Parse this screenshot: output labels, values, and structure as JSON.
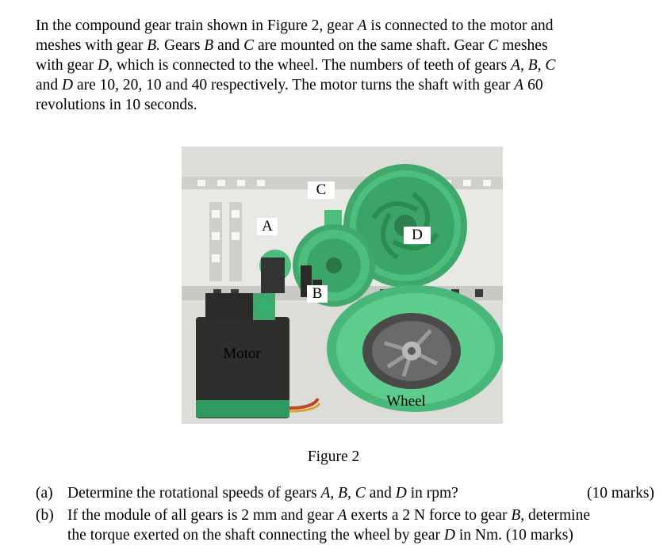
{
  "question": {
    "lines": [
      [
        "In the compound gear train shown in Figure 2, gear ",
        {
          "i": "A"
        },
        " is connected to the motor and"
      ],
      [
        "meshes with gear ",
        {
          "i": "B."
        },
        " Gears ",
        {
          "i": "B"
        },
        " and ",
        {
          "i": "C"
        },
        " are mounted on the same shaft. Gear ",
        {
          "i": "C"
        },
        " meshes"
      ],
      [
        "with gear ",
        {
          "i": "D,"
        },
        " which is connected to the wheel. The numbers of teeth of gears ",
        {
          "i": "A, B, C"
        }
      ],
      [
        "and ",
        {
          "i": "D"
        },
        " are 10, 20, 10 and 40 respectively. The motor turns the shaft with gear ",
        {
          "i": "A"
        },
        " 60"
      ],
      [
        "revolutions in 10 seconds."
      ]
    ]
  },
  "figure": {
    "labels": {
      "a": "A",
      "b": "B",
      "c": "C",
      "d": "D",
      "motor": "Motor",
      "wheel": "Wheel"
    },
    "caption": "Figure 2"
  },
  "parts": [
    {
      "tag": "(a)",
      "lines": [
        [
          "Determine the rotational speeds of gears ",
          {
            "i": "A, B, C"
          },
          " and ",
          {
            "i": "D"
          },
          " in rpm?"
        ]
      ],
      "marks": "(10 marks)"
    },
    {
      "tag": "(b)",
      "lines": [
        [
          "If the module of all gears is 2 mm and gear ",
          {
            "i": "A"
          },
          " exerts a 2 N force to gear ",
          {
            "i": "B,"
          },
          " determine"
        ],
        [
          "the torque exerted on the shaft connecting the wheel by gear ",
          {
            "i": "D"
          },
          " in Nm. (10 marks)"
        ]
      ],
      "marks": ""
    }
  ]
}
